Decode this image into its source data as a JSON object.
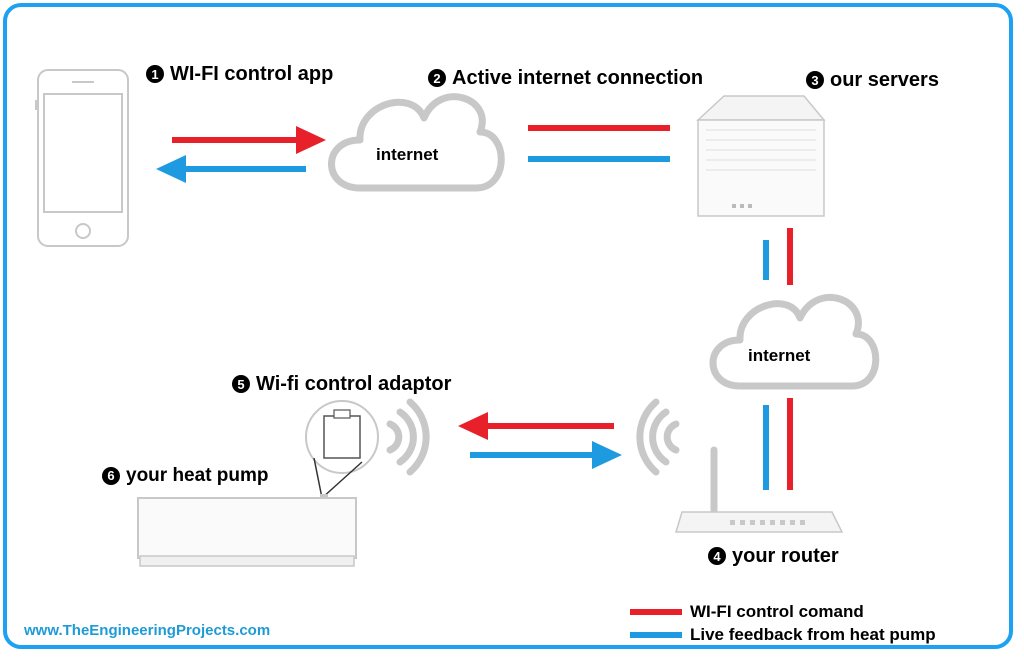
{
  "steps": [
    {
      "number": "1",
      "label": "WI-FI control app"
    },
    {
      "number": "2",
      "label": "Active internet connection"
    },
    {
      "number": "3",
      "label": "our servers"
    },
    {
      "number": "4",
      "label": "your router"
    },
    {
      "number": "5",
      "label": "Wi-fi control adaptor"
    },
    {
      "number": "6",
      "label": "your heat pump"
    }
  ],
  "clouds": [
    {
      "label": "internet"
    },
    {
      "label": "internet"
    }
  ],
  "legend": {
    "command": {
      "label": "WI-FI control comand",
      "color": "#e8202a"
    },
    "feedback": {
      "label": "Live feedback from heat pump",
      "color": "#1e9be0"
    }
  },
  "footer": "www.TheEngineeringProjects.com",
  "colors": {
    "frame": "#1da1f2",
    "device_gray": "#c8c8c8"
  }
}
